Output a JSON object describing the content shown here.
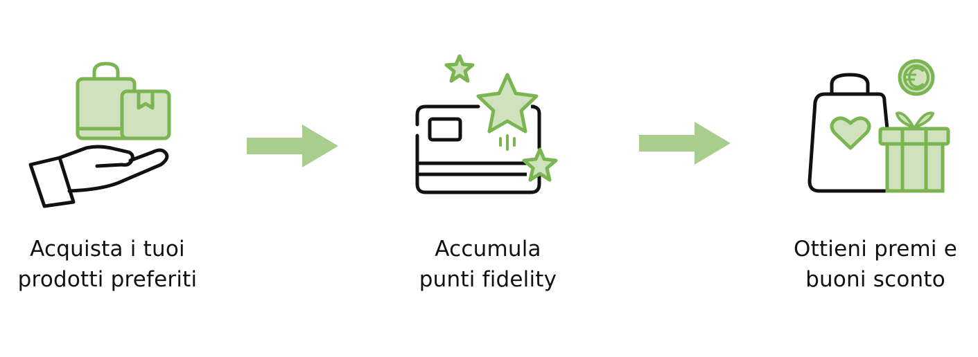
{
  "colors": {
    "accent": "#7ab552",
    "accent_fill": "#cfe2bd",
    "arrow": "#a9cd8c",
    "ink": "#111111"
  },
  "steps": [
    {
      "icon": "hand-shopping-bags-icon",
      "line1": "Acquista i tuoi",
      "line2": "prodotti preferiti"
    },
    {
      "icon": "loyalty-card-stars-icon",
      "line1": "Accumula",
      "line2": "punti fidelity"
    },
    {
      "icon": "bag-gift-euro-icon",
      "line1": "Ottieni premi e",
      "line2": "buoni sconto"
    }
  ]
}
